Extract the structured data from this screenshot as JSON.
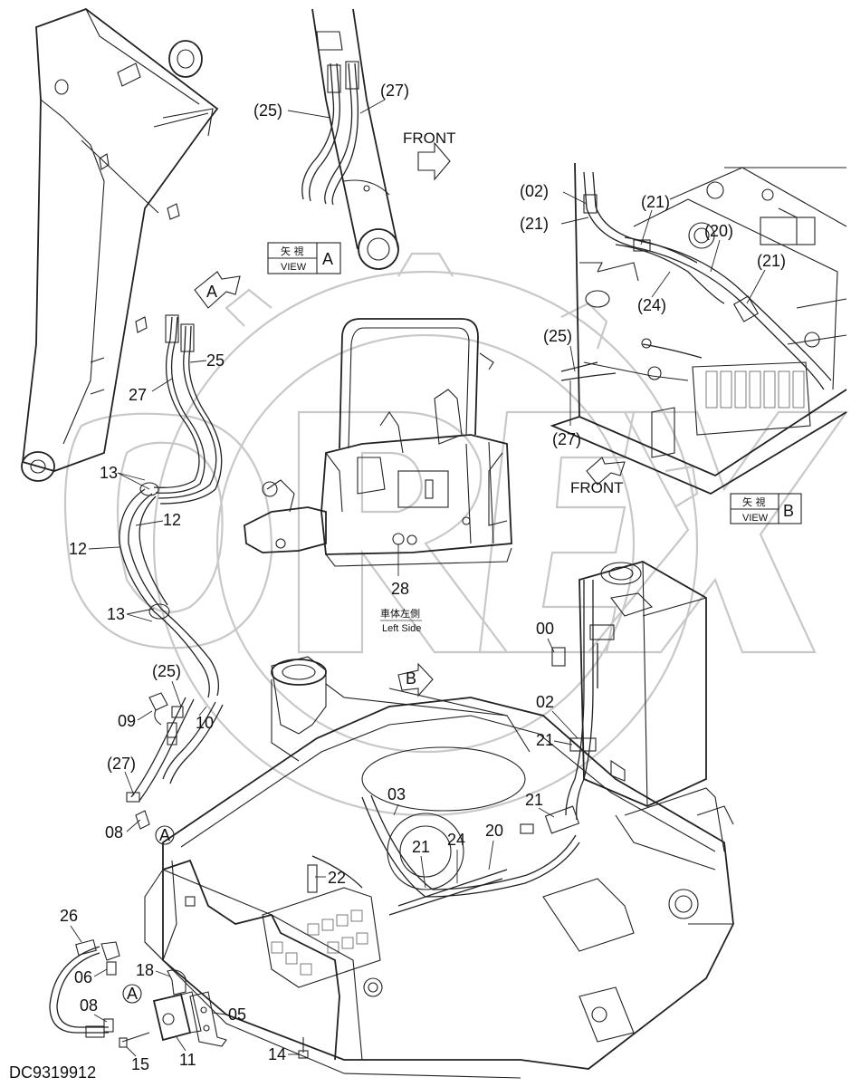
{
  "diagram": {
    "drawing_number": "DC9319912",
    "views": {
      "view_a": {
        "jp": "矢 視",
        "en": "VIEW",
        "letter": "A"
      },
      "view_b": {
        "jp": "矢 視",
        "en": "VIEW",
        "letter": "B"
      }
    },
    "front_labels": [
      "FRONT",
      "FRONT"
    ],
    "left_side": {
      "jp": "車体左側",
      "en": "Left Side"
    },
    "arrow_letters": {
      "a_arrow": "A",
      "b_arrow": "B",
      "a_circle_1": "A",
      "a_circle_2": "A"
    },
    "callouts": {
      "c25_view": "(25)",
      "c27_view": "(27)",
      "c02_b": "(02)",
      "c21_b1": "(21)",
      "c21_b2": "(21)",
      "c20_b": "(20)",
      "c21_b3": "(21)",
      "c24_b": "(24)",
      "c25_b": "(25)",
      "c27_b": "(27)",
      "c25": "25",
      "c27": "27",
      "c13_top": "13",
      "c12_right": "12",
      "c12_left": "12",
      "c13_bottom": "13",
      "c28": "28",
      "c25_paren": "(25)",
      "c09": "09",
      "c10": "10",
      "c27_paren": "(27)",
      "c08_top": "08",
      "c00": "00",
      "c02": "02",
      "c21_a": "21",
      "c03": "03",
      "c21_b": "21",
      "c20": "20",
      "c21_c": "21",
      "c24": "24",
      "c22": "22",
      "c26": "26",
      "c06": "06",
      "c18": "18",
      "c08_bottom": "08",
      "c05": "05",
      "c15": "15",
      "c11": "11",
      "c14": "14"
    },
    "watermark_text": "OREX"
  }
}
